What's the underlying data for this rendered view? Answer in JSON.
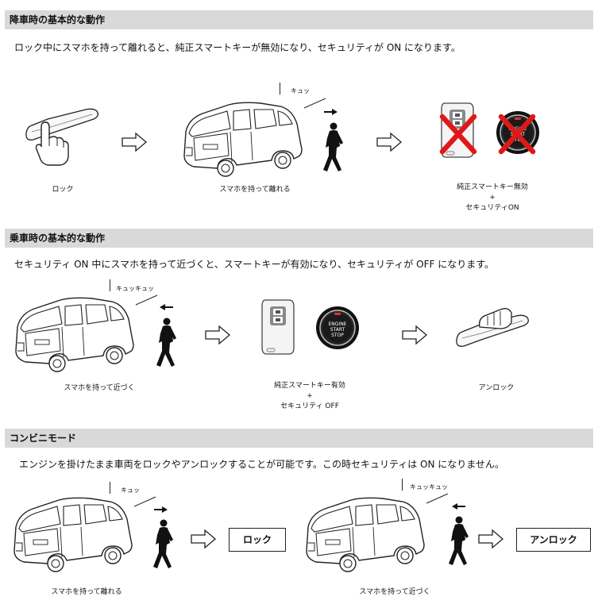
{
  "sections": [
    {
      "title": "降車時の基本的な動作",
      "description": "ロック中にスマホを持って離れると、純正スマートキーが無効になり、セキュリティが ON になります。",
      "sound": "キュッ",
      "captions": {
        "lock": "ロック",
        "walk_away": "スマホを持って離れる",
        "result_line1": "純正スマートキー無効",
        "result_plus": "+",
        "result_line2": "セキュリティON"
      }
    },
    {
      "title": "乗車時の基本的な動作",
      "description": "セキュリティ ON 中にスマホを持って近づくと、スマートキーが有効になり、セキュリティが OFF になります。",
      "sound": "キュッキュッ",
      "captions": {
        "approach": "スマホを持って近づく",
        "result_line1": "純正スマートキー有効",
        "result_plus": "+",
        "result_line2": "セキュリティ OFF",
        "unlock": "アンロック"
      }
    },
    {
      "title": "コンビニモード",
      "description": "エンジンを掛けたまま車両をロックやアンロックすることが可能です。この時セキュリティは ON になりません。",
      "left": {
        "sound": "キュッ",
        "result": "ロック",
        "caption": "スマホを持って離れる"
      },
      "right": {
        "sound": "キュッキュッ",
        "result": "アンロック",
        "caption": "スマホを持って近づく"
      }
    }
  ],
  "button_text": {
    "line1": "ENGINE",
    "line2": "START",
    "line3": "STOP"
  },
  "icons": [
    "car-icon",
    "walking-person-icon",
    "smart-key-icon",
    "engine-start-button-icon",
    "door-handle-icon",
    "hand-icon",
    "flow-arrow-icon",
    "cross-mark-icon"
  ]
}
